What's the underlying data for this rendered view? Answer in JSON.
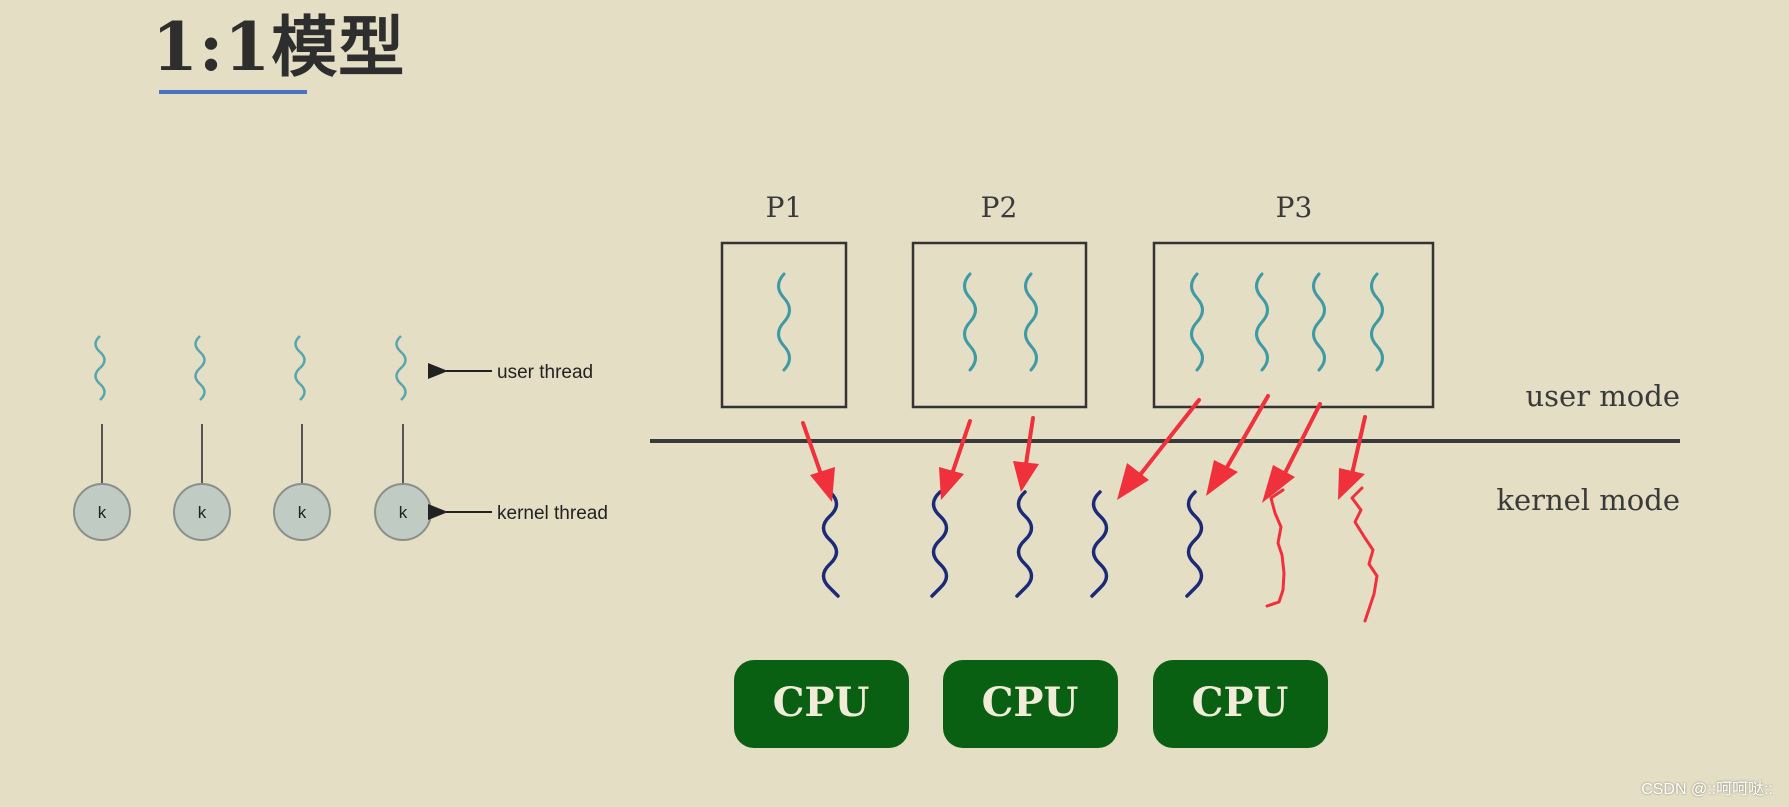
{
  "title": "1:1模型",
  "left_diagram": {
    "user_thread_label": "user thread",
    "kernel_thread_label": "kernel thread",
    "kernel_circle_labels": [
      "k",
      "k",
      "k",
      "k"
    ]
  },
  "right_diagram": {
    "processes": [
      {
        "label": "P1",
        "thread_count": 1
      },
      {
        "label": "P2",
        "thread_count": 2
      },
      {
        "label": "P3",
        "thread_count": 4
      }
    ],
    "user_mode_label": "user mode",
    "kernel_mode_label": "kernel mode",
    "cpus": [
      "CPU",
      "CPU",
      "CPU"
    ]
  },
  "colors": {
    "background": "#e4dec5",
    "user_thread": "#3f9aa4",
    "kernel_thread": "#1c2a78",
    "arrow": "#f0303a",
    "cpu_fill": "#0a6012",
    "underline": "#4a72c0"
  },
  "watermark": "CSDN @::呵呵哒::"
}
